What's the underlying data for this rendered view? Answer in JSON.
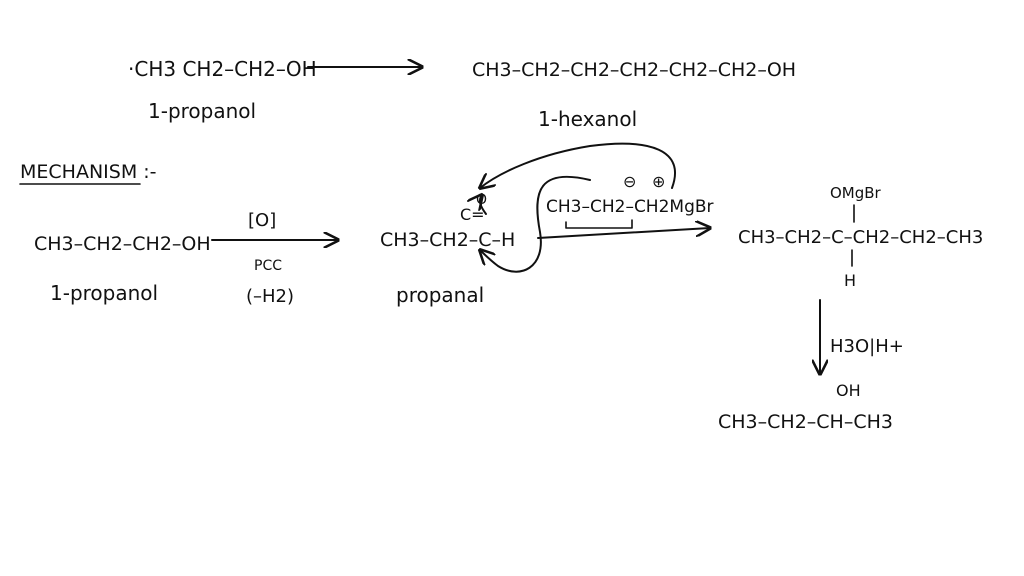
{
  "reaction": {
    "reactant_formula": "·CH3 CH2–CH2–OH",
    "reactant_name": "1-propanol",
    "product_formula": "CH3–CH2–CH2–CH2–CH2–CH2–OH",
    "product_name": "1-hexanol"
  },
  "mechanism": {
    "heading": "MECHANISM :-",
    "start_formula": "CH3–CH2–CH2–OH",
    "start_name": "1-propanol",
    "reagent_top": "[O]",
    "reagent_bottom_1": "PCC",
    "reagent_bottom_2": "(–H2)",
    "aldehyde_left": "CH3–CH2–C–H",
    "aldehyde_carbonyl_O": "O",
    "aldehyde_carbonyl_bond": "C=",
    "aldehyde_name": "propanal",
    "grignard_formula": "CH3–CH2–CH2MgBr",
    "charge_negative": "⊖",
    "charge_positive": "⊕",
    "intermediate_top": "OMgBr",
    "intermediate_chain": "CH3–CH2–C–CH2–CH2–CH3",
    "intermediate_bottom": "H",
    "hydrolysis_reagent": "H3O|H+",
    "final_top": "OH",
    "final_chain": "CH3–CH2–CH–CH3"
  }
}
